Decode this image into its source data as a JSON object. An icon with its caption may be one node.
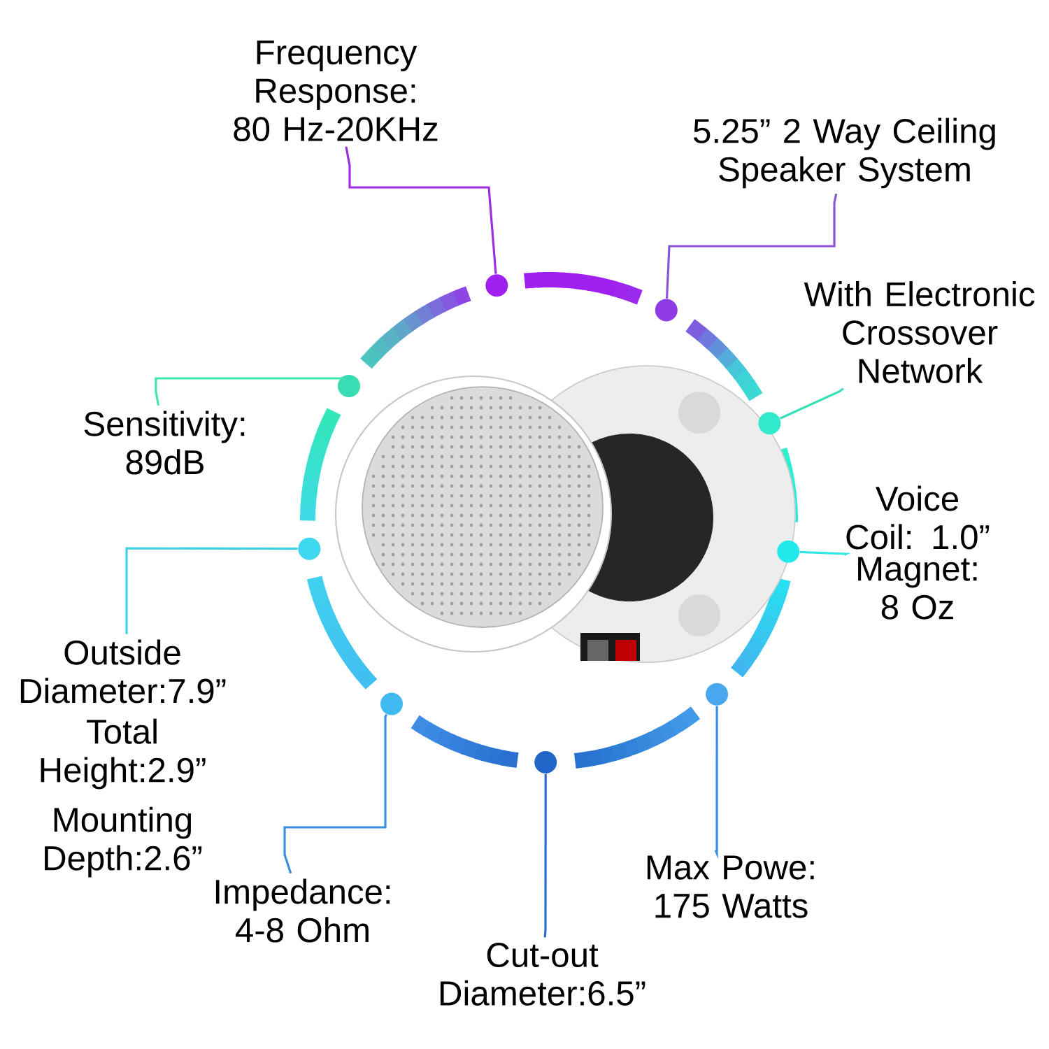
{
  "diagram": {
    "nodes": [
      {
        "text": [
          "Frequency Response: 80 Hz-20KHz"
        ]
      },
      {
        "text": [
          "5.25” 2 Way Ceiling Speaker System"
        ]
      },
      {
        "text": [
          "With Electronic Crossover Network"
        ]
      },
      {
        "text": [
          "Sensitivity: 89dB"
        ]
      },
      {
        "text": [
          "Voice Coil: 1.0”"
        ]
      },
      {
        "text": [
          "Outside Diameter:7.9”"
        ]
      },
      {
        "text": [
          "Impedance: 4-8 Ohm"
        ]
      },
      {
        "text": [
          "Cut-out Diameter:6.5”"
        ]
      },
      {
        "text": [
          "Max Powe: 175 Watts"
        ]
      },
      {
        "text": [],
        "shape": "circle"
      },
      {
        "text": [],
        "shape": "circle"
      },
      {
        "text": [],
        "shape": "circle"
      },
      {
        "text": [],
        "shape": "circle"
      },
      {
        "text": [],
        "shape": "circle"
      },
      {
        "text": [],
        "shape": "circle"
      },
      {
        "text": [],
        "shape": "circle"
      },
      {
        "text": [],
        "shape": "circle"
      },
      {
        "text": [],
        "shape": "circle"
      }
    ],
    "edges": [
      {
        "from": 0,
        "to": 9,
        "arrow": "none",
        "color": "#9a2de0"
      },
      {
        "from": 1,
        "to": 10,
        "arrow": "none",
        "color": "#8b55d6"
      },
      {
        "from": 2,
        "to": 12,
        "arrow": "none",
        "color": "#33e0b8"
      },
      {
        "from": 3,
        "to": 11,
        "arrow": "none",
        "color": "#3ee6b0"
      },
      {
        "from": 4,
        "to": 14,
        "arrow": "none",
        "color": "#33e6e6"
      },
      {
        "from": 5,
        "to": 13,
        "arrow": "none",
        "color": "#3fd0e0"
      },
      {
        "from": 6,
        "to": 16,
        "arrow": "none",
        "color": "#3a8ee0"
      },
      {
        "from": 7,
        "to": 17,
        "arrow": "none",
        "color": "#2a6ac8"
      },
      {
        "from": 8,
        "to": 15,
        "arrow": "none",
        "color": "#3a8ae8"
      }
    ],
    "labels": [
      "Magnet: 8 Oz",
      "Total Height:2.9”",
      "Mounting Depth:2.6”"
    ]
  }
}
